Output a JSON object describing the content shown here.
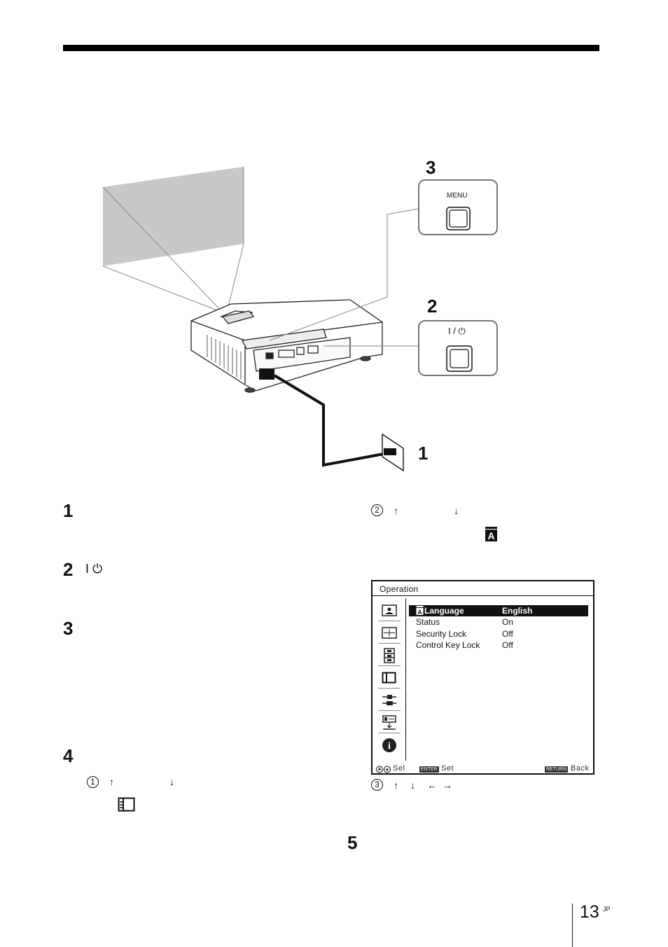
{
  "page": {
    "number": "13",
    "suffix": "JP"
  },
  "diagram": {
    "callout_menu": {
      "number": "3",
      "label": "MENU"
    },
    "callout_power": {
      "number": "2",
      "label": "I / ⏻"
    },
    "callout_outlet": {
      "number": "1"
    }
  },
  "steps": [
    {
      "number": "1"
    },
    {
      "number": "2",
      "symbol": "I ⏻"
    },
    {
      "number": "3"
    },
    {
      "number": "4"
    },
    {
      "number": "5"
    }
  ],
  "substeps": {
    "s1": {
      "marker": "1",
      "up": "↑",
      "down": "↓",
      "icon": "operation-menu-icon"
    },
    "s2": {
      "marker": "2",
      "up": "↑",
      "down": "↓",
      "icon": "language-icon"
    },
    "s3": {
      "marker": "3",
      "up": "↑",
      "down": "↓",
      "left": "←",
      "right": "→"
    }
  },
  "menu_screen": {
    "title": "Operation",
    "rows": [
      {
        "label": "Language",
        "value": "English",
        "selected": true
      },
      {
        "label": "Status",
        "value": "On"
      },
      {
        "label": "Security Lock",
        "value": "Off"
      },
      {
        "label": "Control Key Lock",
        "value": "Off"
      }
    ],
    "side_icons": [
      "picture-icon",
      "screen-icon",
      "setup-icon",
      "operation-icon",
      "connection-icon",
      "installation-icon",
      "information-icon"
    ],
    "footer": {
      "sel_label": "Sel",
      "enter_key": "ENTER",
      "set_label": "Set",
      "return_key": "RETURN",
      "back_label": "Back"
    }
  }
}
